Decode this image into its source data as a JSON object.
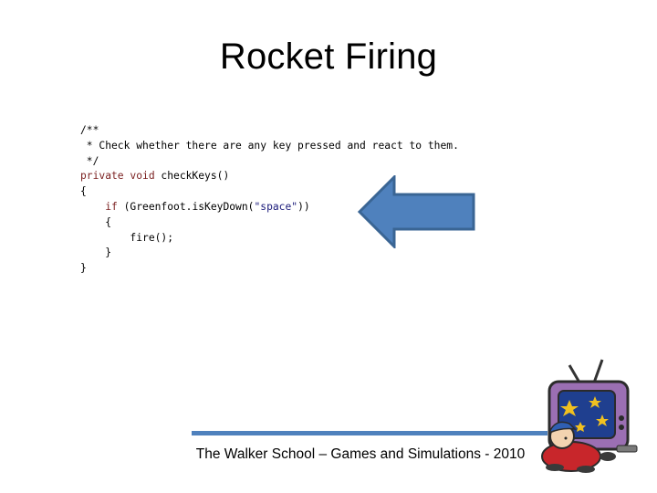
{
  "slide": {
    "title": "Rocket Firing",
    "footer": "The Walker School – Games and Simulations - 2010"
  },
  "code": {
    "lines": [
      {
        "parts": [
          {
            "text": "/**",
            "type": "plain"
          }
        ]
      },
      {
        "parts": [
          {
            "text": " * Check whether there are any key pressed and react to them.",
            "type": "plain"
          }
        ]
      },
      {
        "parts": [
          {
            "text": " */",
            "type": "plain"
          }
        ]
      },
      {
        "parts": [
          {
            "text": "private void",
            "type": "keyword"
          },
          {
            "text": " checkKeys()",
            "type": "plain"
          }
        ]
      },
      {
        "parts": [
          {
            "text": "{",
            "type": "plain"
          }
        ]
      },
      {
        "parts": [
          {
            "text": "    ",
            "type": "plain"
          },
          {
            "text": "if",
            "type": "keyword"
          },
          {
            "text": " (Greenfoot.isKeyDown(",
            "type": "plain"
          },
          {
            "text": "\"space\"",
            "type": "string"
          },
          {
            "text": "))",
            "type": "plain"
          }
        ]
      },
      {
        "parts": [
          {
            "text": "    {",
            "type": "plain"
          }
        ]
      },
      {
        "parts": [
          {
            "text": "        fire();",
            "type": "plain"
          }
        ]
      },
      {
        "parts": [
          {
            "text": "    }",
            "type": "plain"
          }
        ]
      },
      {
        "parts": [
          {
            "text": "}",
            "type": "plain"
          }
        ]
      }
    ]
  },
  "colors": {
    "arrow_fill": "#4f81bd",
    "arrow_stroke": "#3a6594",
    "rule": "#4f81bd",
    "keyword": "#7a1f1f",
    "string": "#1a1a7a"
  },
  "icons": {
    "pointer_arrow": "left-arrow-icon",
    "clipart": "television-character-icon"
  }
}
